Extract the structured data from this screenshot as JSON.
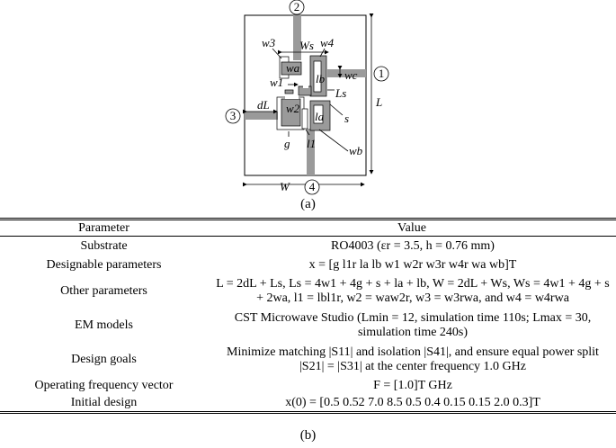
{
  "figure_labels": {
    "ports": [
      "1",
      "2",
      "3",
      "4"
    ],
    "dims": {
      "w3": "w3",
      "w4": "w4",
      "Ws": "Ws",
      "wa": "wa",
      "w1": "w1",
      "wc": "wc",
      "lb": "lb",
      "Ls": "Ls",
      "L": "L",
      "dL": "dL",
      "w2": "w2",
      "la": "la",
      "s": "s",
      "g": "g",
      "l1": "l1",
      "wb": "wb",
      "W": "W"
    }
  },
  "captions": {
    "a": "(a)",
    "b": "(b)"
  },
  "table": {
    "headers": {
      "parameter": "Parameter",
      "value": "Value"
    },
    "rows": [
      {
        "parameter": "Substrate",
        "value": "RO4003 (εr = 3.5, h = 0.76 mm)"
      },
      {
        "parameter": "Designable parameters",
        "value": "x = [g l1r la lb w1 w2r w3r w4r wa wb]T"
      },
      {
        "parameter": "Other parameters",
        "value": "L = 2dL + Ls, Ls = 4w1 + 4g + s + la + lb, W = 2dL + Ws, Ws = 4w1 + 4g + s + 2wa, l1 = lbl1r, w2 = waw2r, w3 = w3rwa, and w4 = w4rwa"
      },
      {
        "parameter": "EM models",
        "value": "CST Microwave Studio (Lmin = 12, simulation time 110s; Lmax = 30, simulation time 240s)"
      },
      {
        "parameter": "Design goals",
        "value": "Minimize matching |S11| and isolation |S41|, and ensure equal power split |S21| = |S31| at the center frequency 1.0 GHz"
      },
      {
        "parameter": "Operating frequency vector",
        "value": "F = [1.0]T GHz"
      },
      {
        "parameter": "Initial design",
        "value": "x(0) = [0.5 0.52 7.0 8.5 0.5 0.4 0.15 0.15 2.0 0.3]T"
      }
    ]
  }
}
